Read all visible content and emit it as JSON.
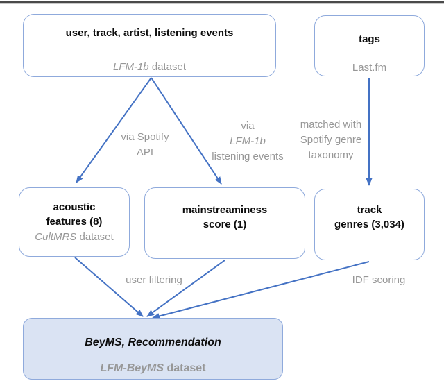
{
  "colors": {
    "arrow": "#4472C4",
    "box_border": "#8FAADC",
    "box_fill_highlight": "#DAE3F3",
    "muted_text": "#979797",
    "text": "#0d0d0d"
  },
  "nodes": {
    "lfm1b": {
      "title": "user, track, artist, listening events",
      "subtitle_em": "LFM-1b",
      "subtitle_rest": " dataset"
    },
    "tags": {
      "title": "tags",
      "subtitle": "Last.fm"
    },
    "acoustic": {
      "line1": "acoustic",
      "line2": "features (8)",
      "subtitle_em": "CultMRS",
      "subtitle_rest": " dataset"
    },
    "mainstream": {
      "line1": "mainstreaminess",
      "line2": "score (1)"
    },
    "genres": {
      "line1": "track",
      "line2": "genres (3,034)"
    },
    "beyms": {
      "title": "BeyMS, Recommendation",
      "subtitle_em": "LFM-BeyMS",
      "subtitle_rest": " dataset"
    }
  },
  "edge_labels": {
    "spotify_api_line1": "via Spotify",
    "spotify_api_line2": "API",
    "lfm1b_events_line1": "via",
    "lfm1b_events_line2": "LFM-1b",
    "lfm1b_events_line3": "listening events",
    "genre_taxonomy_line1": "matched with",
    "genre_taxonomy_line2": "Spotify genre",
    "genre_taxonomy_line3": "taxonomy",
    "user_filtering": "user filtering",
    "idf_scoring": "IDF scoring"
  }
}
